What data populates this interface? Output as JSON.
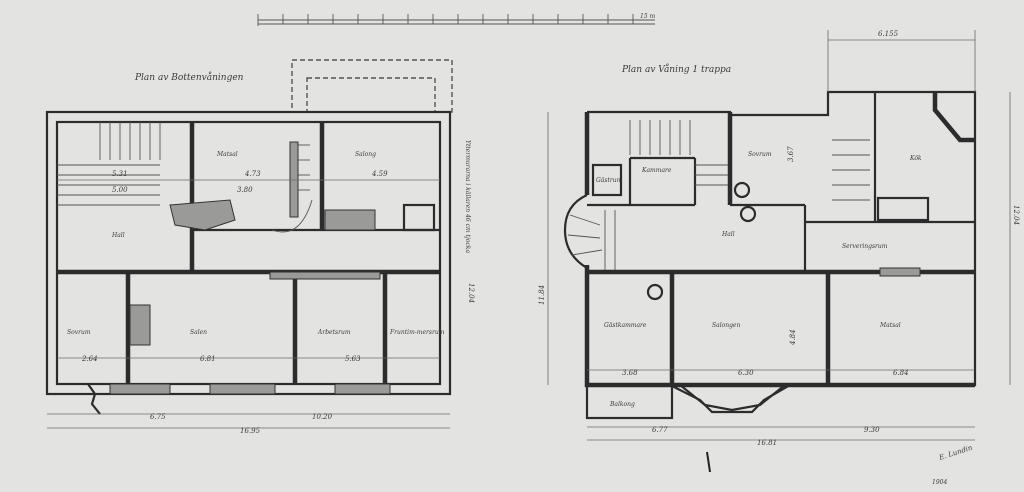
{
  "scale_bar": {
    "label": "15 m"
  },
  "ground_floor": {
    "title": "Plan av Bottenvåningen",
    "rooms": {
      "hall": "Hall",
      "matsal": "Matsal",
      "salong": "Salong",
      "sovrum": "Sovrum",
      "salen": "Salen",
      "arbetsrum": "Arbetsrum",
      "fruntimmersrum": "Fruntim-mersrum"
    },
    "dims": {
      "d1": "5.31",
      "d2": "5.00",
      "d3": "3.80",
      "d4": "4.73",
      "d5": "4.59",
      "d6": "2.64",
      "d7": "6.81",
      "d8": "5.63",
      "d9": "6.75",
      "d10": "10.20",
      "total_width": "16.95",
      "depth": "12.04"
    },
    "note": "Yttermurarna i källaren 46 cm tjocka"
  },
  "upper_floor": {
    "title": "Plan av Våning 1 trappa",
    "rooms": {
      "kammare": "Kammare",
      "sovrum": "Sovrum",
      "gastrum": "Gästrum",
      "hall": "Hall",
      "kok": "Kök",
      "serveringsrum": "Serveringsrum",
      "gastkammare": "Gästkammare",
      "salong": "Salongen",
      "matsal": "Matsal",
      "balkong": "Balkong"
    },
    "dims": {
      "d1": "3.67",
      "d2": "3.68",
      "d3": "6.30",
      "d4": "6.84",
      "d5": "4.84",
      "d6": "6.77",
      "d7": "9.30",
      "total_width": "16.81",
      "depth": "11.84",
      "depth_right": "12.04",
      "top": "6.155"
    }
  },
  "signature": "E. Lundin",
  "year": "1904"
}
